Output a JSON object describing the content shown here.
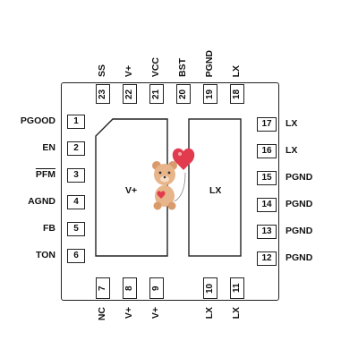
{
  "pins": {
    "left": [
      {
        "num": "1",
        "label": "PGOOD"
      },
      {
        "num": "2",
        "label": "EN"
      },
      {
        "num": "3",
        "label": "PFM",
        "overline": true
      },
      {
        "num": "4",
        "label": "AGND"
      },
      {
        "num": "5",
        "label": "FB"
      },
      {
        "num": "6",
        "label": "TON"
      }
    ],
    "bottom": [
      {
        "num": "7",
        "label": "NC"
      },
      {
        "num": "8",
        "label": "V+"
      },
      {
        "num": "9",
        "label": "V+"
      },
      {
        "num": "10",
        "label": "LX"
      },
      {
        "num": "11",
        "label": "LX"
      }
    ],
    "right": [
      {
        "num": "12",
        "label": "PGND"
      },
      {
        "num": "13",
        "label": "PGND"
      },
      {
        "num": "14",
        "label": "PGND"
      },
      {
        "num": "15",
        "label": "PGND"
      },
      {
        "num": "16",
        "label": "LX"
      },
      {
        "num": "17",
        "label": "LX"
      }
    ],
    "top": [
      {
        "num": "18",
        "label": "LX"
      },
      {
        "num": "19",
        "label": "PGND"
      },
      {
        "num": "20",
        "label": "BST"
      },
      {
        "num": "21",
        "label": "VCC"
      },
      {
        "num": "22",
        "label": "V+"
      },
      {
        "num": "23",
        "label": "SS"
      }
    ]
  },
  "pads": {
    "left_label": "V+",
    "right_label": "LX"
  },
  "colors": {
    "outline": "#222222",
    "heart": "#e23b4e",
    "bear": "#e8b489"
  },
  "icons": {
    "watermark": "teddy-bear-heart-balloon-icon"
  }
}
